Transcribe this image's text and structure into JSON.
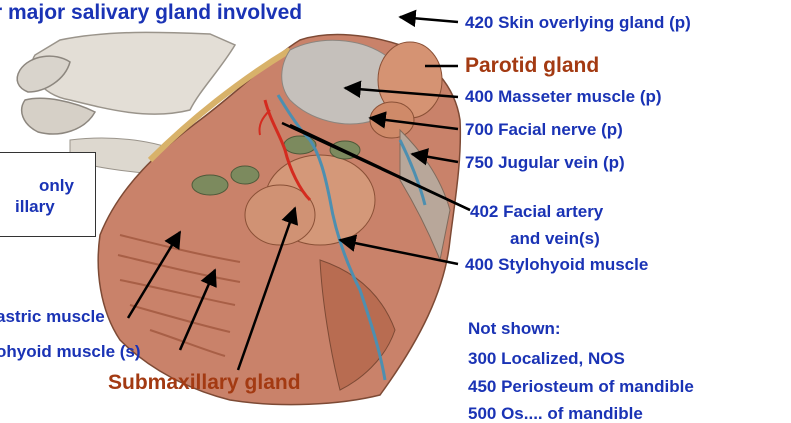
{
  "title": "r major salivary gland involved",
  "labels": {
    "skin": "420 Skin overlying gland (p)",
    "parotid": "Parotid gland",
    "masseter": "400 Masseter muscle (p)",
    "facial_nerve": "700 Facial nerve (p)",
    "jugular": "750 Jugular vein (p)",
    "facial_artery_1": "402 Facial artery",
    "facial_artery_2": "and vein(s)",
    "stylohyoid": "400 Stylohyoid muscle",
    "digastric": "astric muscle",
    "mylohyoid": "ohyoid muscle (s)",
    "submaxillary": "Submaxillary gland"
  },
  "box": {
    "line1": "only",
    "line2": "illary"
  },
  "not_shown": {
    "heading": "Not shown:",
    "items": [
      "300 Localized, NOS",
      "450 Periosteum of mandible",
      "500 Os.... of mandible"
    ]
  },
  "colors": {
    "label_blue": "#1a33b5",
    "label_red": "#a33a12"
  }
}
